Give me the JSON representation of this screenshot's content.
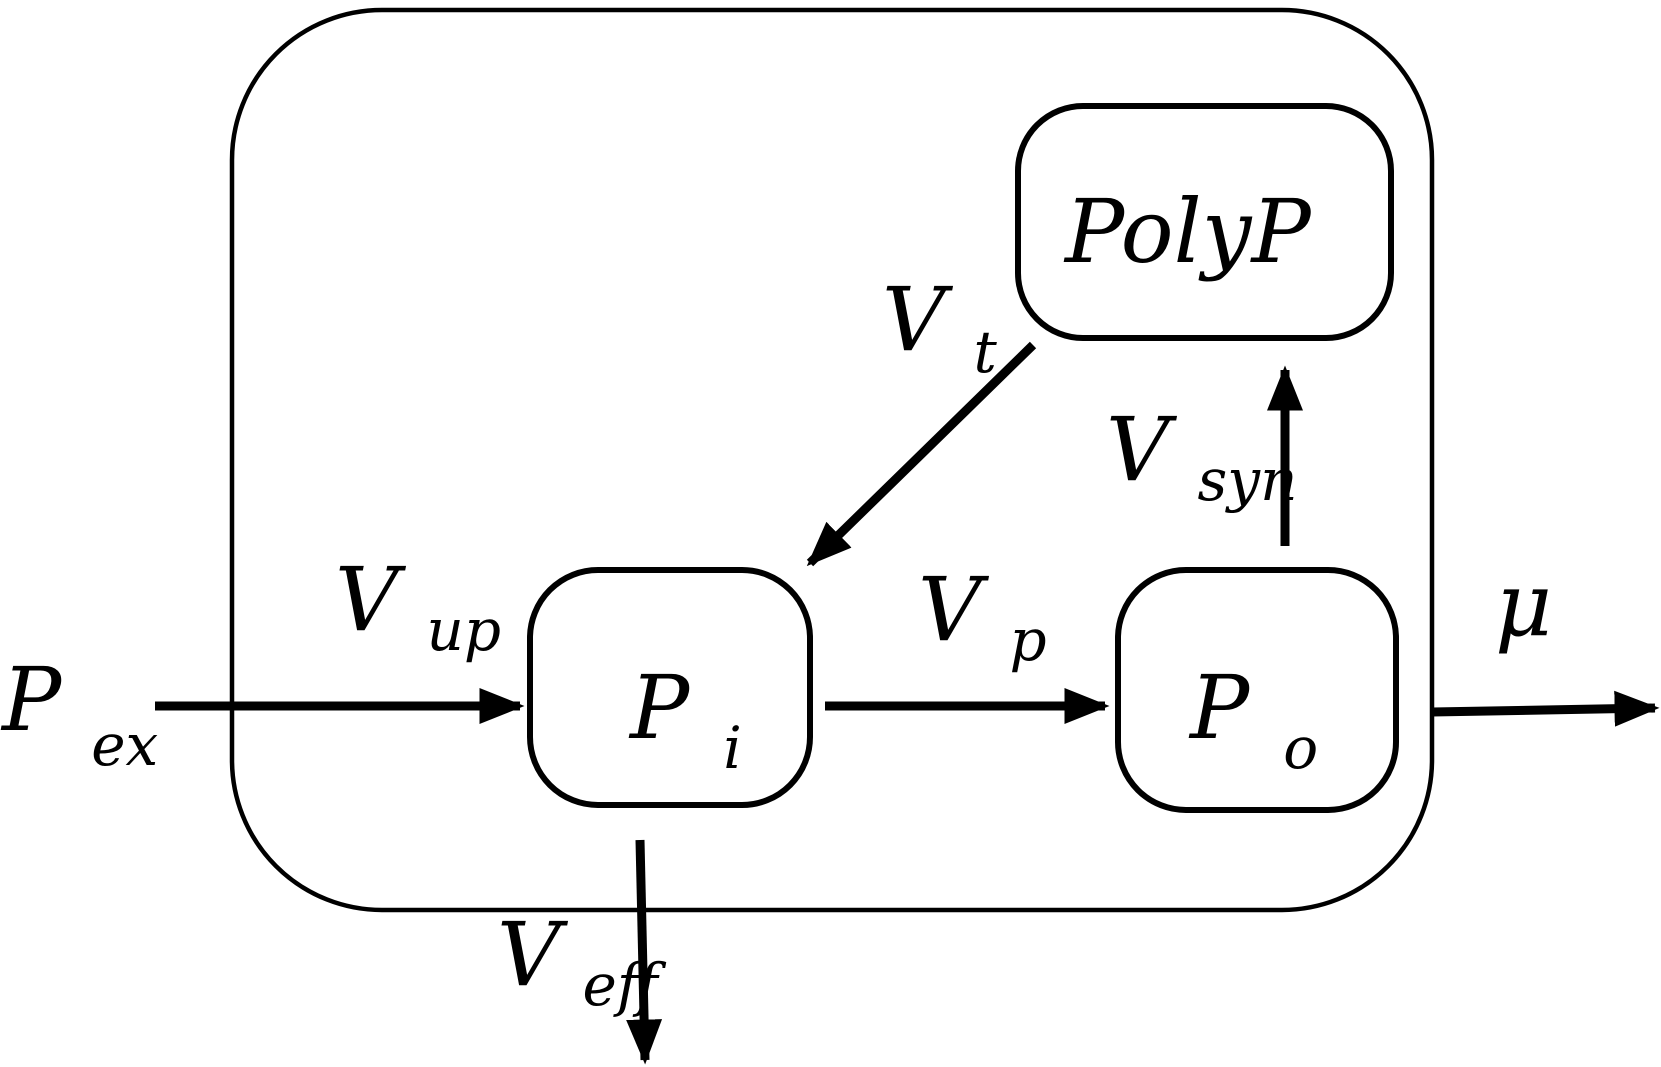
{
  "external": {
    "base": "P",
    "sub": "ex"
  },
  "nodes": {
    "polyp": {
      "base": "PolyP",
      "sub": ""
    },
    "pi": {
      "base": "P",
      "sub": "i"
    },
    "po": {
      "base": "P",
      "sub": "o"
    }
  },
  "fluxes": {
    "v_up": {
      "base": "V",
      "sub": "up"
    },
    "v_p": {
      "base": "V",
      "sub": "p"
    },
    "v_t": {
      "base": "V",
      "sub": "t"
    },
    "v_syn": {
      "base": "V",
      "sub": "syn"
    },
    "v_eff": {
      "base": "V",
      "sub": "eff"
    },
    "mu": {
      "base": "μ",
      "sub": ""
    }
  },
  "colors": {
    "stroke": "#000000",
    "background": "#ffffff"
  }
}
